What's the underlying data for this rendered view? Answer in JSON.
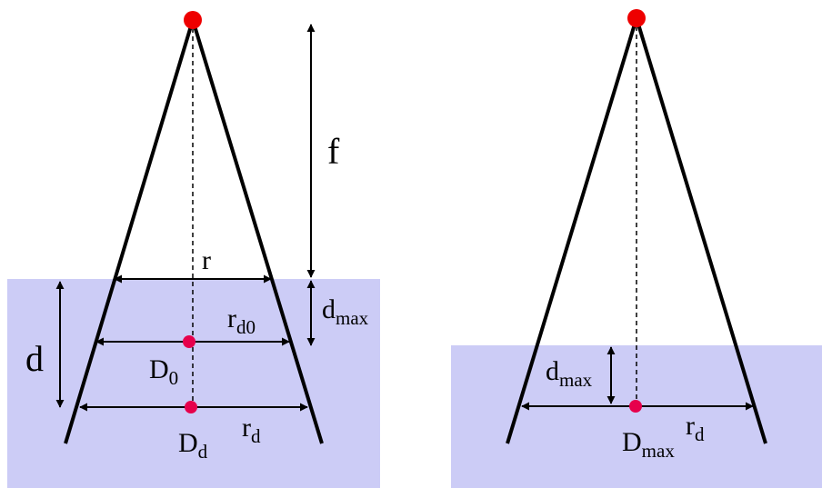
{
  "colors": {
    "water": "#ccccf6",
    "beam": "#000000",
    "source": "#ee0000",
    "point": "#e6004c"
  },
  "left_panel": {
    "labels": {
      "f": "f",
      "r": "r",
      "r_d0_main": "r",
      "r_d0_sub": "d0",
      "d": "d",
      "d_max_main": "d",
      "d_max_sub": "max",
      "D0_main": "D",
      "D0_sub": "0",
      "Dd_main": "D",
      "Dd_sub": "d",
      "rd_main": "r",
      "rd_sub": "d"
    }
  },
  "right_panel": {
    "labels": {
      "d_max_main": "d",
      "d_max_sub": "max",
      "Dmax_main": "D",
      "Dmax_sub": "max",
      "rd_main": "r",
      "rd_sub": "d"
    }
  }
}
